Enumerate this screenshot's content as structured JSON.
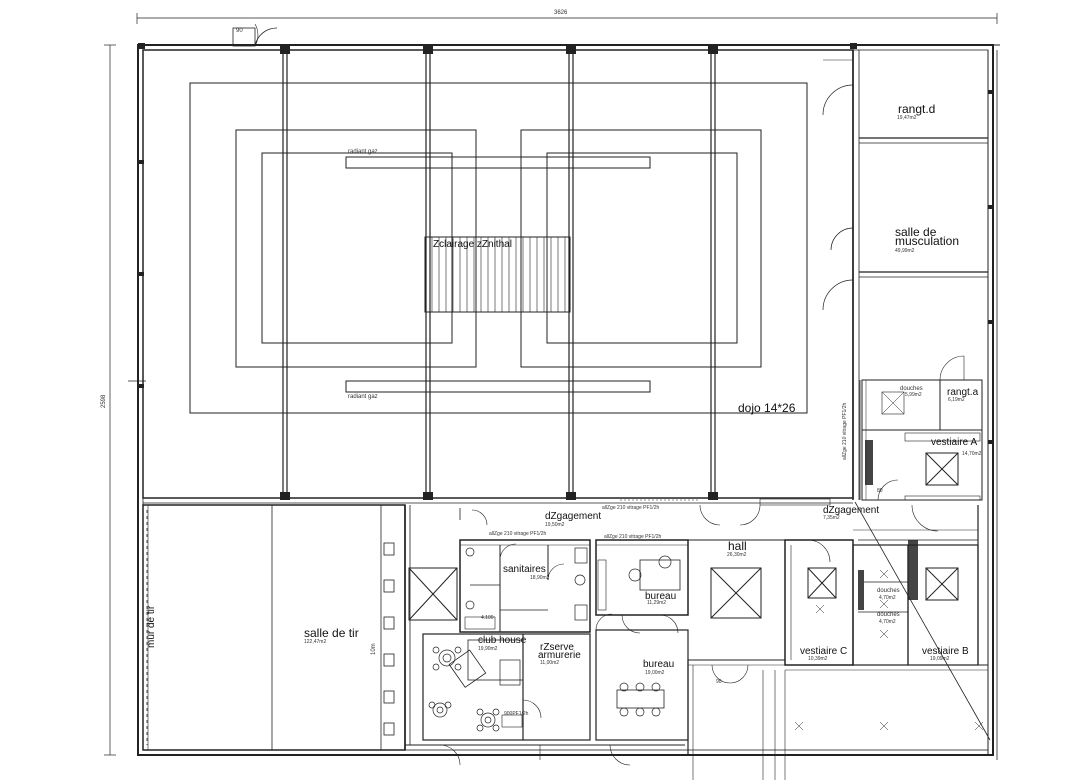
{
  "dimensions": {
    "width": "3626",
    "height": "2598",
    "clearance": "10m",
    "door_90": "90",
    "door_80": "80",
    "door_100": "4.100"
  },
  "rooms": {
    "dojo": "dojo 14*26",
    "rangt_d": {
      "name": "rangt.d",
      "area": "19,47m2"
    },
    "salle_musc": {
      "line1": "salle de",
      "line2": "musculation",
      "area": "49,99m2"
    },
    "douches1": {
      "name": "douches",
      "area": "5,99m2"
    },
    "rangt_a": {
      "name": "rangt.a",
      "area": "6,19m2"
    },
    "vestiaire_a": {
      "name": "vestiaire A",
      "area": "14,70m2"
    },
    "degagement1": {
      "name": "dZgagement",
      "area": "19,50m2"
    },
    "degagement2": {
      "name": "dZgagement",
      "area": "7,35m2"
    },
    "hall": {
      "name": "hall",
      "area": "26,30m2"
    },
    "sanitaires": {
      "name": "sanitaires",
      "area": "18,90m2"
    },
    "bureau1": {
      "name": "bureau",
      "area": "11,29m2"
    },
    "bureau2": {
      "name": "bureau",
      "area": "19,00m2"
    },
    "club_house": {
      "name": "club house",
      "area": "19,90m2"
    },
    "reserve": {
      "line1": "rZserve",
      "line2": "armurerie",
      "area": "11,00m2"
    },
    "salle_tir": {
      "name": "salle de tir",
      "area": "122,47m2"
    },
    "mur_tir": "mur de tir",
    "vestiaire_c": {
      "name": "vestiaire C",
      "area": "10,39m2"
    },
    "vestiaire_b": {
      "name": "vestiaire B",
      "area": "19,09m2"
    },
    "douches2": {
      "name": "douches",
      "area": "4,70m2"
    },
    "douches3": {
      "name": "douches",
      "area": "4,70m2"
    }
  },
  "annotations": {
    "radiant_top": "radiant gaz",
    "radiant_bottom": "radiant gaz",
    "eclairage": "Zclairage zZnithal",
    "allege1": "allZge 210  vitrage PF1/2h",
    "allege2": "allZge 210  vitrage PF1/2h",
    "allege3": "allZge 210  vitrage PF1/2h",
    "allege_vertical": "allZge 210  vitrage PF1/2h",
    "door_pf": "900PF1/2h"
  }
}
